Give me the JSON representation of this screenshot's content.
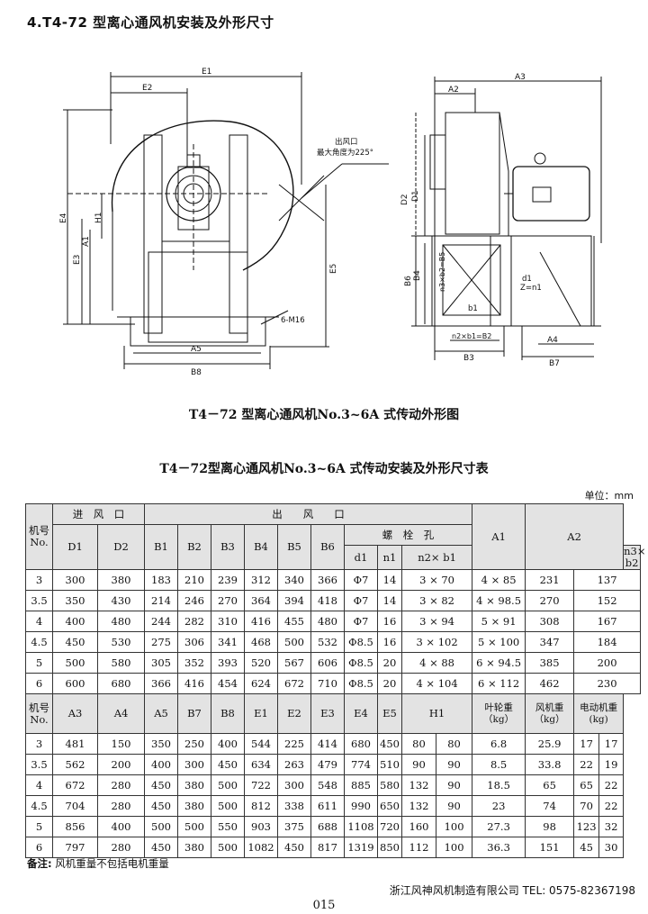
{
  "section_title": "4.T4-72 型离心通风机安装及外形尺寸",
  "drawing": {
    "front_labels": [
      "E1",
      "E2",
      "E4",
      "H1",
      "A1",
      "E3",
      "E5",
      "A5",
      "B8"
    ],
    "outlet_note": [
      "出风口",
      "最大角度为225°"
    ],
    "bolt_label": "6-M16",
    "side_labels": [
      "A2",
      "A3",
      "D1",
      "D2",
      "B6",
      "B4",
      "n3×b2=B5",
      "d1",
      "Z=n1",
      "b1",
      "n2×b1=B2",
      "A4",
      "B3",
      "B7"
    ]
  },
  "figure_caption": "T4－72 型离心通风机No.3~6A 式传动外形图",
  "table_caption": "T4－72型离心通风机No.3~6A 式传动安装及外形尺寸表",
  "unit": "单位：mm",
  "table": {
    "h1": {
      "fan_no": "机号No.",
      "inlet": "进　风　口",
      "outlet": "出　　风　　口",
      "bolt": "螺　栓　孔",
      "a1": "A1",
      "a2": "A2"
    },
    "h1b": [
      "D1",
      "D2",
      "B1",
      "B2",
      "B3",
      "B4",
      "B5",
      "B6"
    ],
    "h1c": [
      "d1",
      "n1",
      "n2× b1",
      "n3× b2"
    ],
    "rows1": [
      [
        "3",
        "300",
        "380",
        "183",
        "210",
        "239",
        "312",
        "340",
        "366",
        "Φ7",
        "14",
        "3 × 70",
        "4 × 85",
        "231",
        "137"
      ],
      [
        "3.5",
        "350",
        "430",
        "214",
        "246",
        "270",
        "364",
        "394",
        "418",
        "Φ7",
        "14",
        "3 × 82",
        "4 × 98.5",
        "270",
        "152"
      ],
      [
        "4",
        "400",
        "480",
        "244",
        "282",
        "310",
        "416",
        "455",
        "480",
        "Φ7",
        "16",
        "3 × 94",
        "5 × 91",
        "308",
        "167"
      ],
      [
        "4.5",
        "450",
        "530",
        "275",
        "306",
        "341",
        "468",
        "500",
        "532",
        "Φ8.5",
        "16",
        "3 × 102",
        "5 × 100",
        "347",
        "184"
      ],
      [
        "5",
        "500",
        "580",
        "305",
        "352",
        "393",
        "520",
        "567",
        "606",
        "Φ8.5",
        "20",
        "4 × 88",
        "6 × 94.5",
        "385",
        "200"
      ],
      [
        "6",
        "600",
        "680",
        "366",
        "416",
        "454",
        "624",
        "672",
        "710",
        "Φ8.5",
        "20",
        "4 × 104",
        "6 × 112",
        "462",
        "230"
      ]
    ],
    "h2": [
      "机号No.",
      "A3",
      "A4",
      "A5",
      "B7",
      "B8",
      "E1",
      "E2",
      "E3",
      "E4",
      "E5",
      "H1",
      "叶轮重（kg）",
      "风机重（kg）",
      "电动机重(kg)"
    ],
    "rows2": [
      [
        "3",
        "481",
        "150",
        "350",
        "250",
        "400",
        "544",
        "225",
        "414",
        "680",
        "450",
        "80",
        "80",
        "6.8",
        "25.9",
        "17",
        "17"
      ],
      [
        "3.5",
        "562",
        "200",
        "400",
        "300",
        "450",
        "634",
        "263",
        "479",
        "774",
        "510",
        "90",
        "90",
        "8.5",
        "33.8",
        "22",
        "19"
      ],
      [
        "4",
        "672",
        "280",
        "450",
        "380",
        "500",
        "722",
        "300",
        "548",
        "885",
        "580",
        "132",
        "90",
        "18.5",
        "65",
        "65",
        "22"
      ],
      [
        "4.5",
        "704",
        "280",
        "450",
        "380",
        "500",
        "812",
        "338",
        "611",
        "990",
        "650",
        "132",
        "90",
        "23",
        "74",
        "70",
        "22"
      ],
      [
        "5",
        "856",
        "400",
        "500",
        "500",
        "550",
        "903",
        "375",
        "688",
        "1108",
        "720",
        "160",
        "100",
        "27.3",
        "98",
        "123",
        "32"
      ],
      [
        "6",
        "797",
        "280",
        "450",
        "380",
        "500",
        "1082",
        "450",
        "817",
        "1319",
        "850",
        "112",
        "100",
        "36.3",
        "151",
        "45",
        "30"
      ]
    ]
  },
  "footnote_label": "备注:",
  "footnote_text": "风机重量不包括电机重量",
  "company": "浙江风神风机制造有限公司 TEL: 0575-82367198",
  "page_number": "015"
}
